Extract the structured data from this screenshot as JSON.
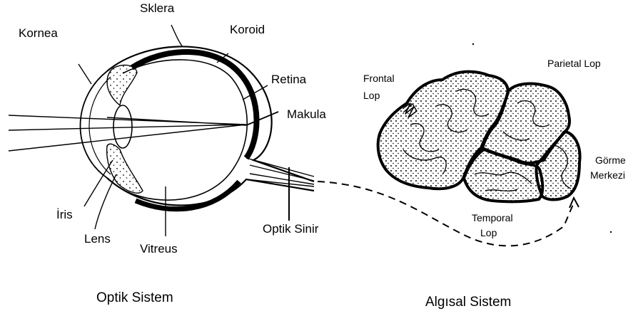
{
  "eye": {
    "labels": {
      "sklera": "Sklera",
      "kornea": "Kornea",
      "koroid": "Koroid",
      "retina": "Retina",
      "makula": "Makula",
      "iris": "İris",
      "lens": "Lens",
      "vitreus": "Vitreus",
      "optik_sinir": "Optik Sinir"
    },
    "caption": "Optik Sistem"
  },
  "brain": {
    "labels": {
      "frontal_line1": "Frontal",
      "frontal_line2": "Lop",
      "parietal": "Parietal Lop",
      "gorme_line1": "Görme",
      "gorme_line2": "Merkezi",
      "temporal_line1": "Temporal",
      "temporal_line2": "Lop"
    },
    "caption": "Algısal Sistem"
  }
}
